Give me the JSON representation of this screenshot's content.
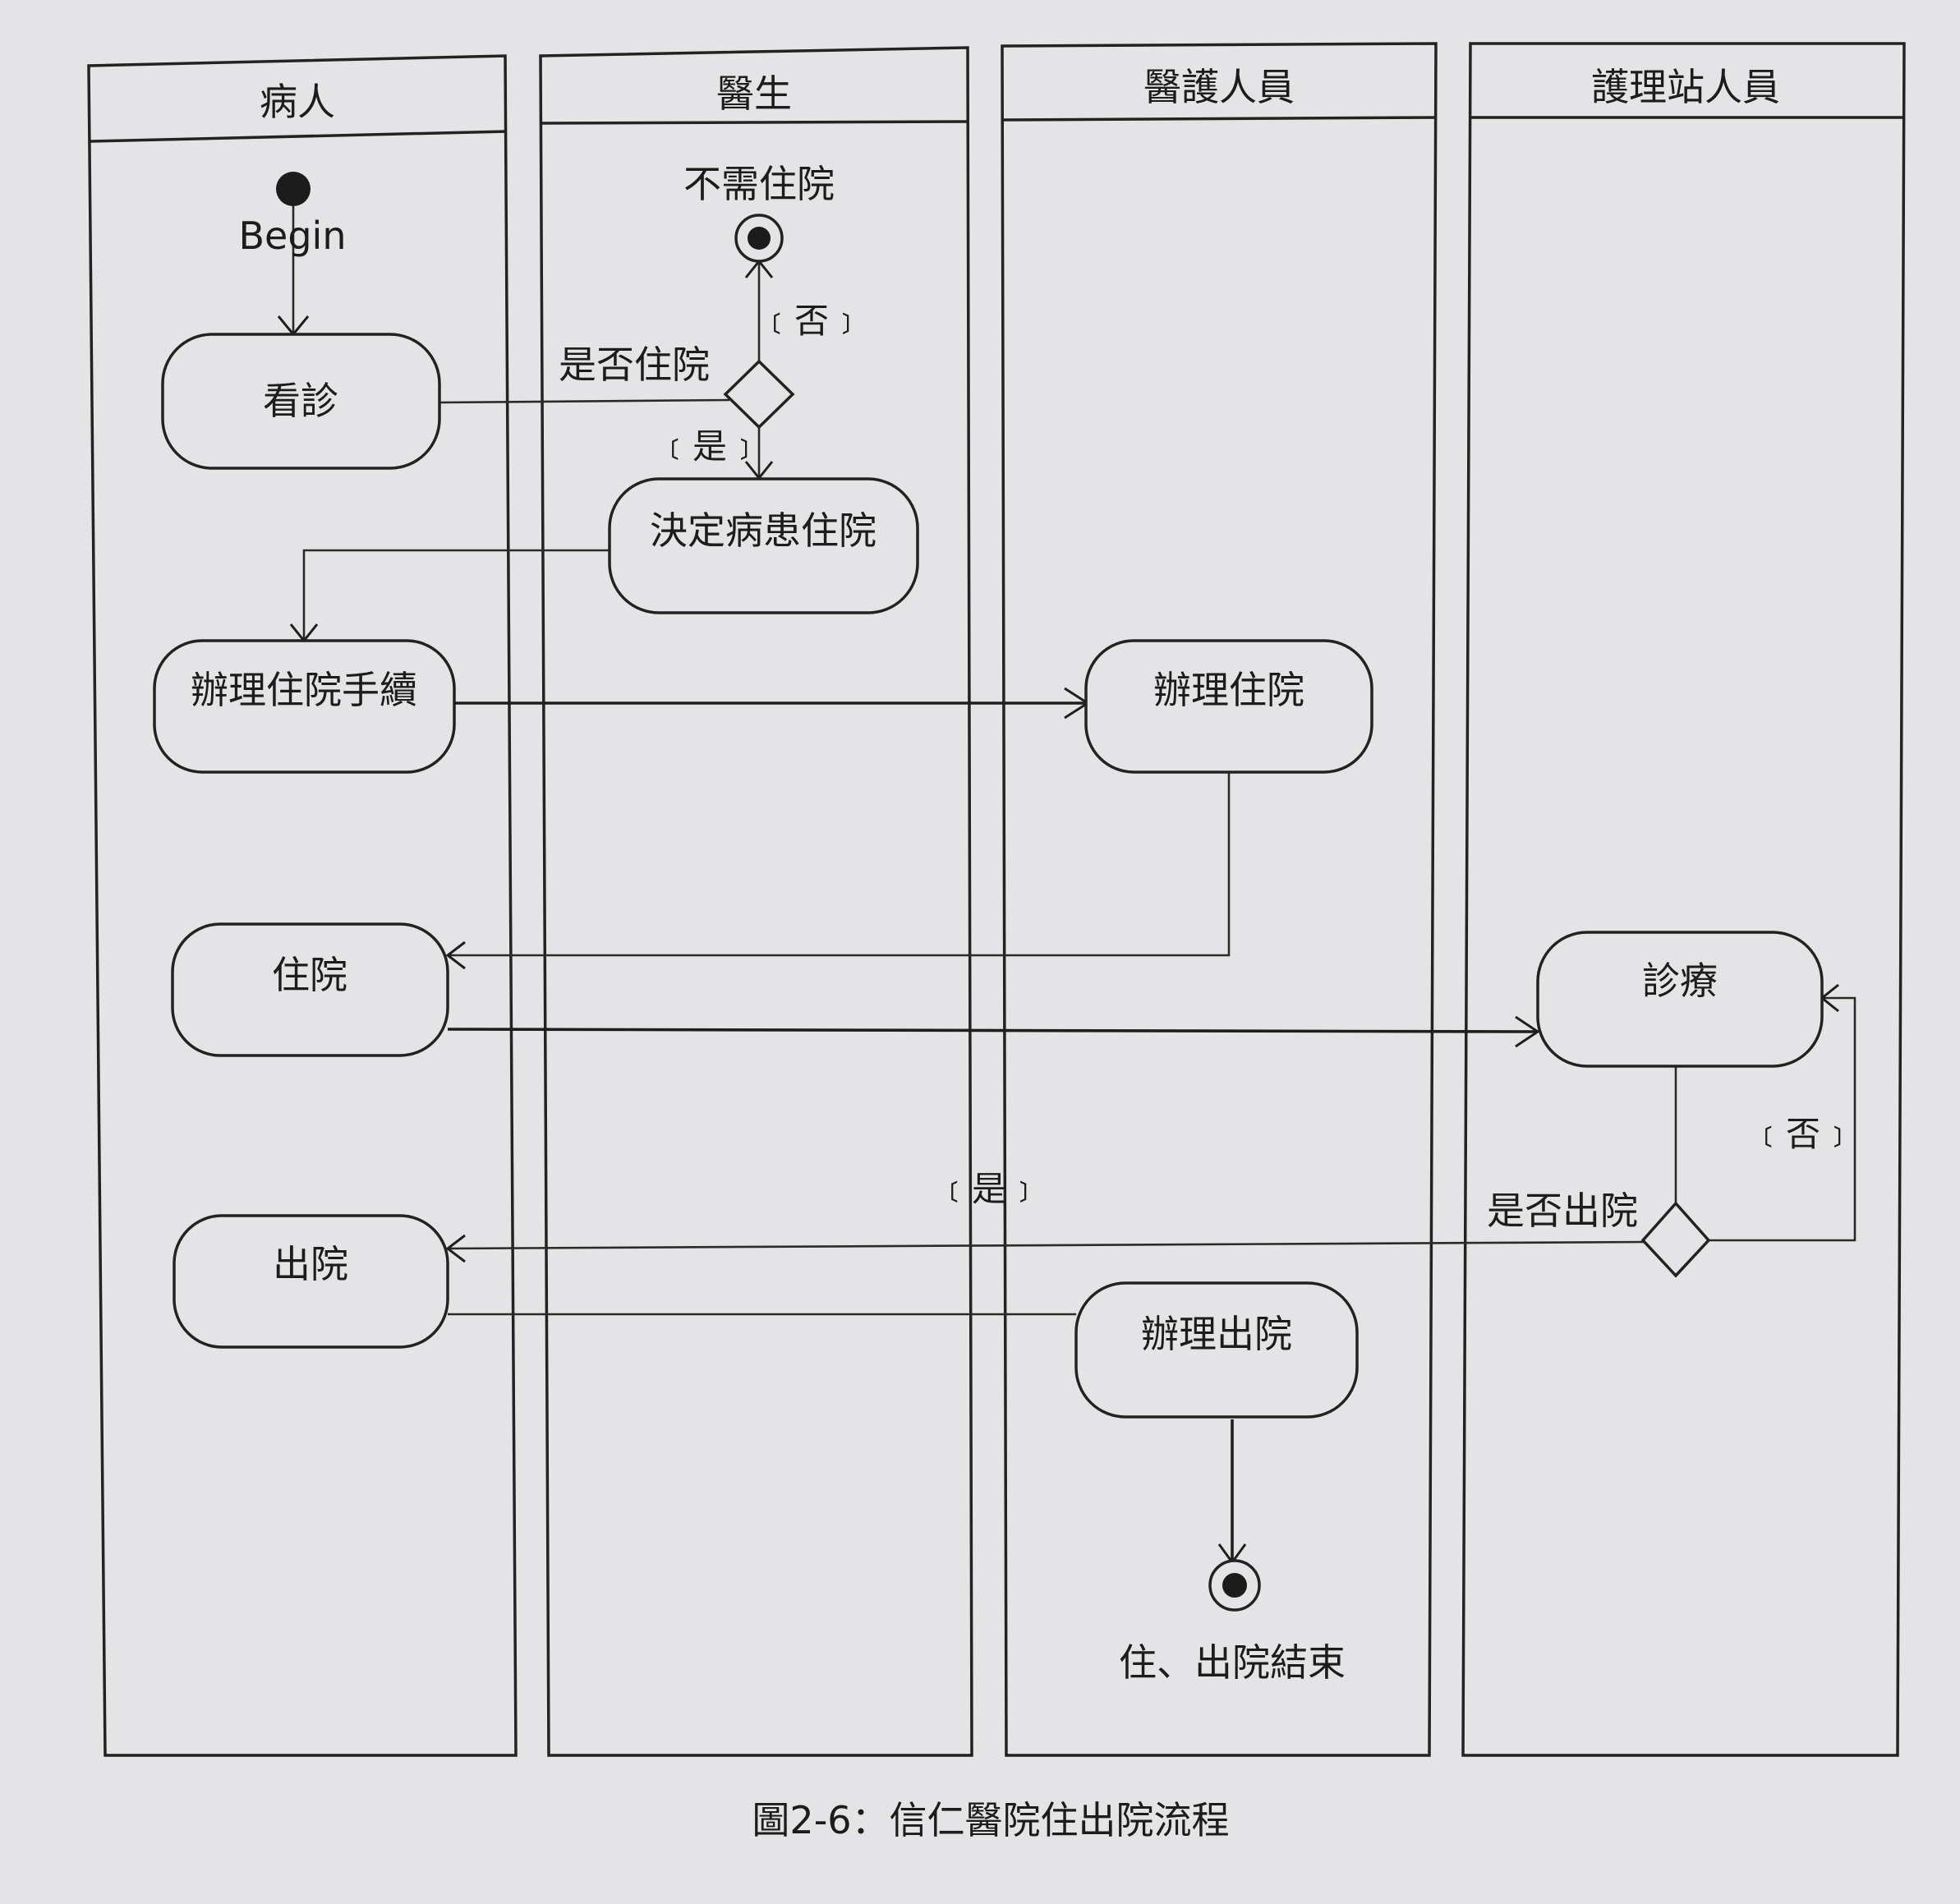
{
  "lanes": {
    "patient": "病人",
    "doctor": "醫生",
    "nursing_staff": "醫護人員",
    "nurse_station": "護理站人員"
  },
  "start": {
    "label": "Begin"
  },
  "activities": {
    "consult": "看診",
    "decide_admit": "決定病患住院",
    "admission_procedure": "辦理住院手續",
    "process_admission": "辦理住院",
    "hospitalized": "住院",
    "treatment": "診療",
    "discharge": "出院",
    "process_discharge": "辦理出院"
  },
  "decisions": {
    "admit_question": "是否住院",
    "discharge_question": "是否出院"
  },
  "guards": {
    "admit_no": "﹝否﹞",
    "admit_yes": "﹝是﹞",
    "discharge_no": "﹝否﹞",
    "discharge_yes": "﹝是﹞"
  },
  "finals": {
    "no_admission": "不需住院",
    "end": "住、出院結束"
  },
  "caption": "圖2-6：信仁醫院住出院流程"
}
